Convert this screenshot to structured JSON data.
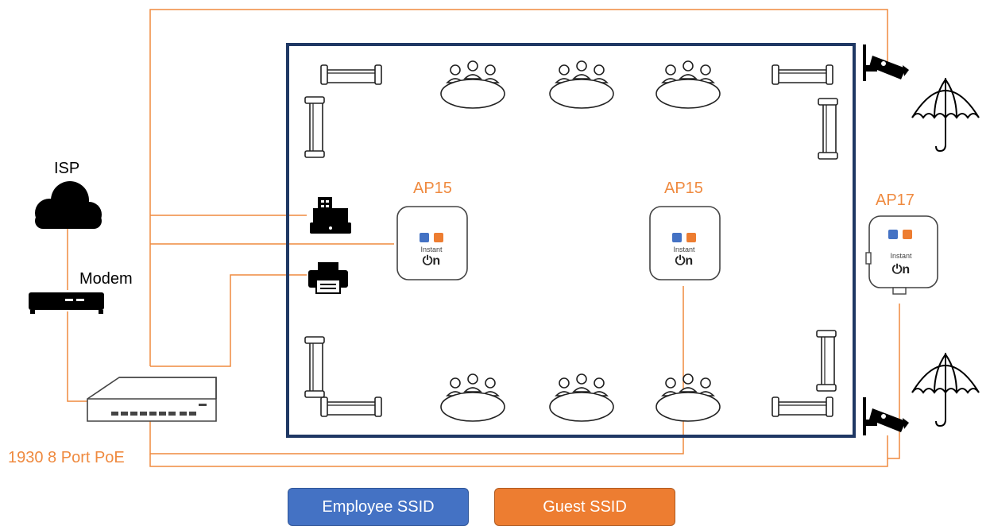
{
  "labels": {
    "isp": "ISP",
    "modem": "Modem",
    "switch": "1930 8 Port PoE",
    "ap_left": "AP15",
    "ap_mid": "AP15",
    "ap_outdoor": "AP17"
  },
  "ap_branding": {
    "word": "Instant",
    "logo": "⏻n"
  },
  "legend": {
    "employee": "Employee SSID",
    "guest": "Guest SSID"
  },
  "colors": {
    "orange_accent": "#ef8a3f",
    "employee_blue": "#4472c4",
    "guest_orange": "#ed7d31",
    "room_border": "#1f3864"
  },
  "icons": [
    "cloud-icon",
    "modem-icon",
    "switch-icon",
    "cash-register-icon",
    "printer-icon",
    "security-camera-icon",
    "umbrella-icon",
    "sofa-icon",
    "meeting-table-icon"
  ]
}
